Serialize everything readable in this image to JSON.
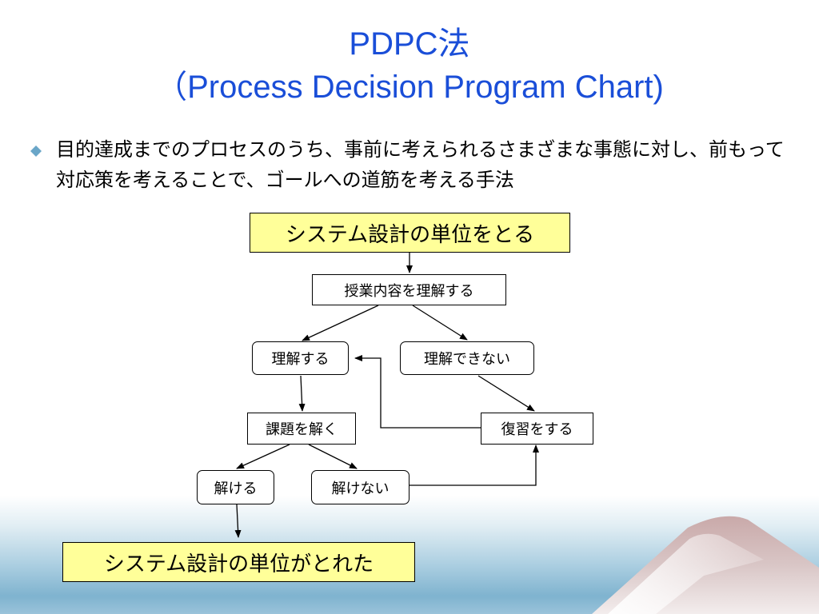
{
  "slide": {
    "title_line1": "PDPC法",
    "title_line2": "（Process Decision Program Chart)",
    "bullet_icon": "diamond-bullet-icon",
    "bullet_text": "目的達成までのプロセスのうち、事前に考えられるさまざまな事態に対し、前もって対応策を考えることで、ゴールへの道筋を考える手法"
  },
  "diagram": {
    "start": "システム設計の単位をとる",
    "lesson": "授業内容を理解する",
    "understand": "理解する",
    "not_understand": "理解できない",
    "solve_task": "課題を解く",
    "review": "復習をする",
    "solved": "解ける",
    "not_solved": "解けない",
    "goal": "システム設計の単位がとれた"
  },
  "colors": {
    "title": "#1a4ed8",
    "highlight_fill": "#ffff99",
    "bullet": "#6aa6c8"
  }
}
